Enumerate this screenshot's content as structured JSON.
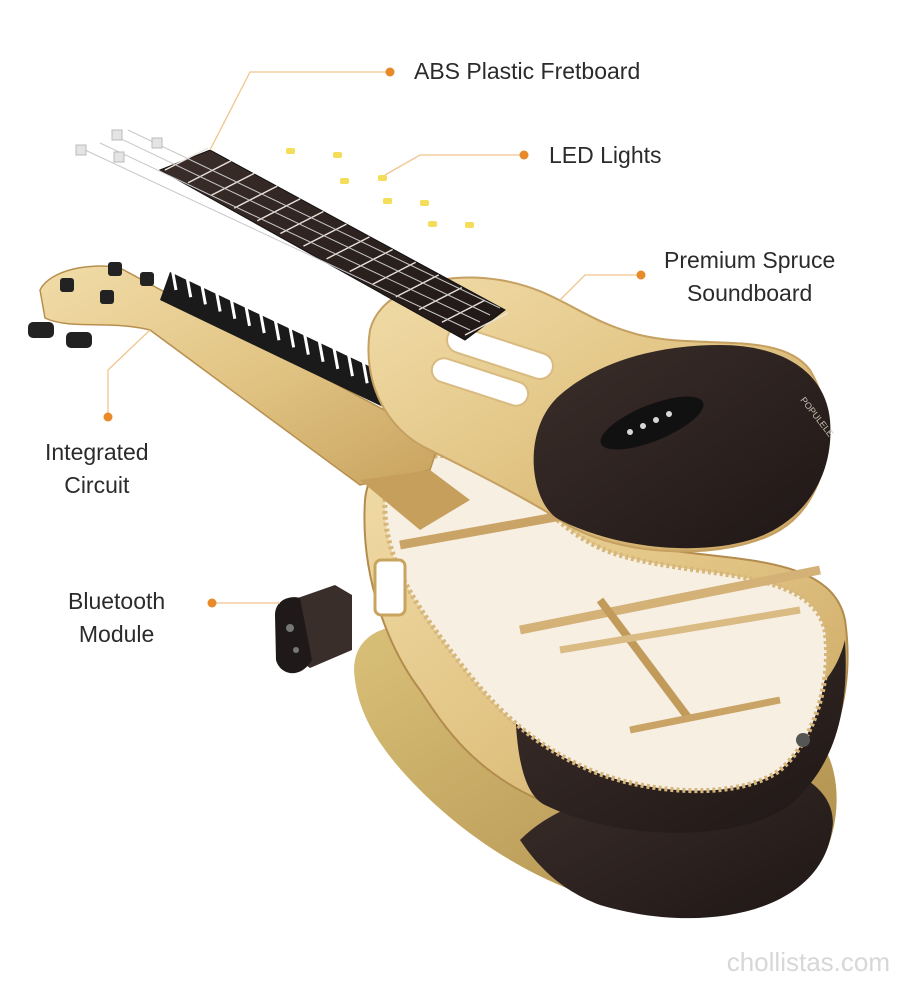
{
  "labels": {
    "fretboard": "ABS Plastic Fretboard",
    "led": "LED Lights",
    "spruce": [
      "Premium Spruce",
      "Soundboard"
    ],
    "circuit": [
      "Integrated",
      "Circuit"
    ],
    "bluetooth": [
      "Bluetooth",
      "Module"
    ]
  },
  "brand_mark": "POPULELE",
  "watermark": "chollistas.com",
  "colors": {
    "accent_dot": "#e8892a",
    "leader_line": "#f0c58e",
    "wood_light": "#e8cd95",
    "wood_mid": "#d3ae6d",
    "body_dark": "#2e2320",
    "fretboard": "#1f1c1c",
    "led": "#f4dd58"
  }
}
